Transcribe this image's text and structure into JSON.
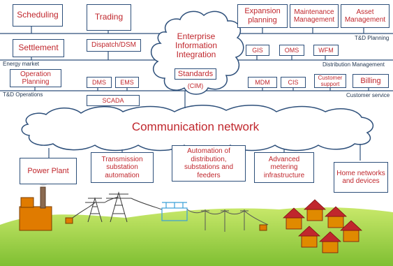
{
  "enterprise": {
    "scheduling": "Scheduling",
    "trading": "Trading",
    "settlement": "Settlement",
    "dispatch": "Dispatch/DSM",
    "operation_planning": "Operation Planning",
    "dms": "DMS",
    "ems": "EMS",
    "scada": "SCADA",
    "expansion_planning": "Expansion planning",
    "maintenance": "Maintenance Management",
    "asset": "Asset Management",
    "gis": "GIS",
    "oms": "OMS",
    "wfm": "WFM",
    "mdm": "MDM",
    "cis": "CIS",
    "customer_support": "Customer support",
    "billing": "Billing"
  },
  "bus_labels": {
    "energy_market": "Energy market",
    "td_operations": "T&D Operations",
    "td_planning": "T&D Planning",
    "distribution_management": "Distribution Management",
    "customer_service": "Customer service"
  },
  "eii": {
    "title": "Enterprise Information Integration",
    "standards": "Standards",
    "cim": "(CIM)"
  },
  "network": {
    "title": "Communication network"
  },
  "field": {
    "power_plant": "Power Plant",
    "transmission": "Transmission substation automation",
    "distribution": "Automation of distribution, substations and feeders",
    "ami": "Advanced metering infrastructure",
    "home": "Home networks and devices"
  },
  "colors": {
    "label_red": "#c0272d",
    "border_blue": "#2d4f7a",
    "grass": "#8fc63f"
  }
}
